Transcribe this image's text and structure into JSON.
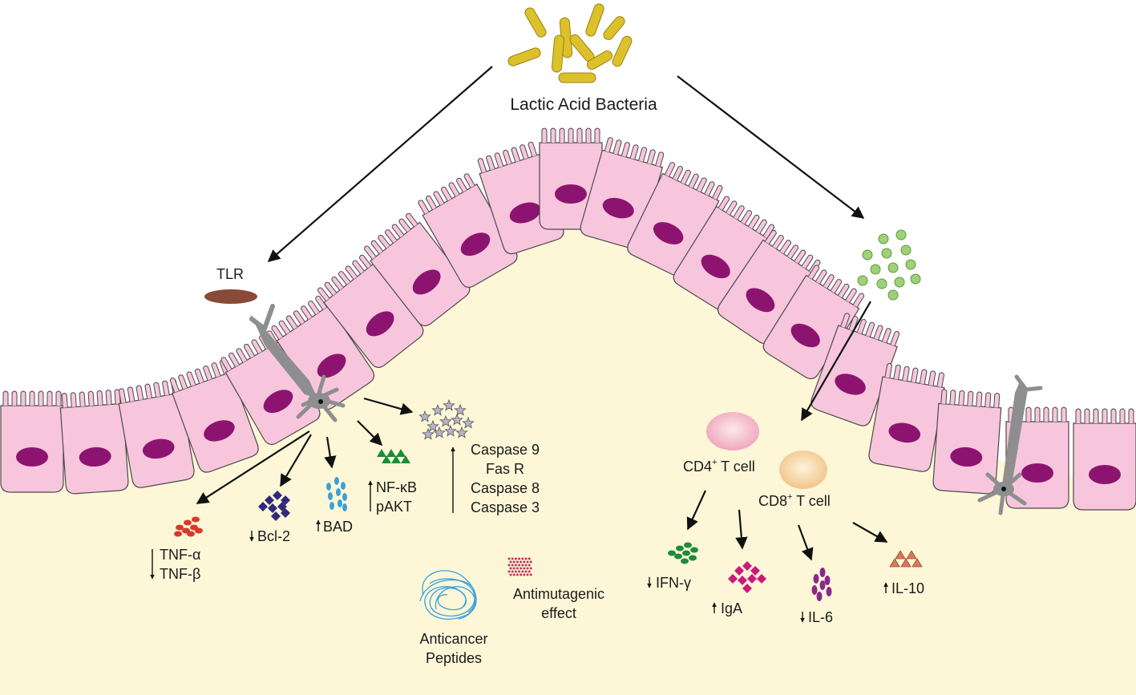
{
  "labels": {
    "bacteria": "Lactic Acid Bacteria",
    "tlr": "TLR",
    "tnf_alpha": "TNF-α",
    "tnf_beta": "TNF-β",
    "bcl2": "Bcl-2",
    "bad": "BAD",
    "nfkb": "NF-κB",
    "pakt": "pAKT",
    "caspase9": "Caspase 9",
    "fasr": "Fas R",
    "caspase8": "Caspase 8",
    "caspase3": "Caspase 3",
    "antimutagenic_line1": "Antimutagenic",
    "antimutagenic_line2": "effect",
    "anticancer_line1": "Anticancer",
    "anticancer_line2": "Peptides",
    "cd4_prefix": "CD4",
    "cd4_sup": "+",
    "cd4_suffix": " T cell",
    "cd8_prefix": "CD8",
    "cd8_sup": "+",
    "cd8_suffix": " T cell",
    "ifn_gamma": "IFN-γ",
    "iga": "IgA",
    "il6": "IL-6",
    "il10": "IL-10"
  },
  "colors": {
    "lumen_fill": "#fdf7d8",
    "cell_fill": "#f7c6dc",
    "cell_stroke": "#4a4a4a",
    "nucleus": "#8c1470",
    "bacteria": "#dcc12a",
    "tlr": "#8a4a38",
    "dendritic": "#8e8e8e",
    "tnf": "#d83a2a",
    "bcl2": "#2f2a7a",
    "bad": "#3aa0dc",
    "nfkb": "#1f8a3a",
    "caspase_star": "#b8b4cc",
    "green_dots": "#9fd07a",
    "cd4": "#f3b6c6",
    "cd8": "#f8d6a6",
    "ifn": "#1f8a3a",
    "iga": "#cc1a78",
    "il6": "#8a2a8a",
    "il10": "#d87a5a",
    "peptide": "#3aa0dc",
    "antimutagenic": "#c2365a"
  }
}
